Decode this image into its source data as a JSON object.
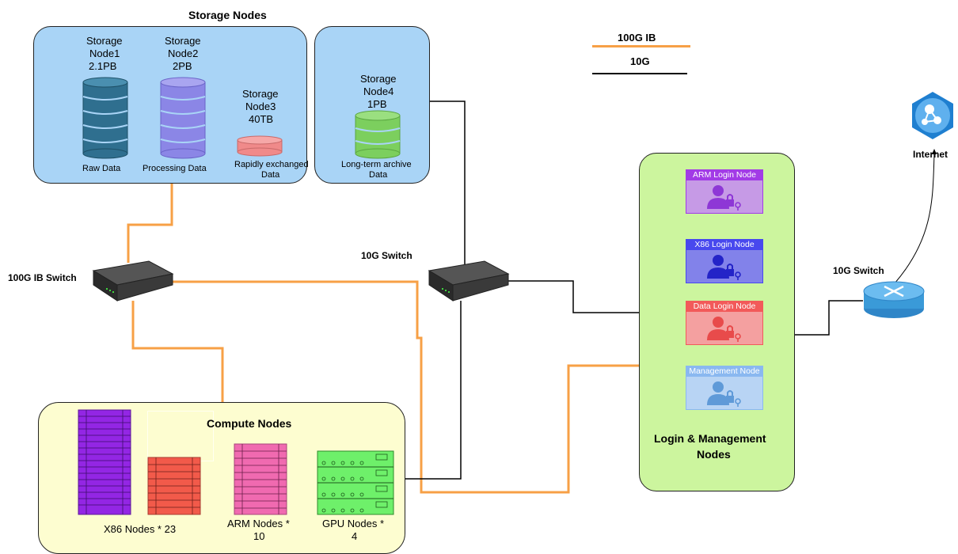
{
  "storage_group": {
    "title": "Storage Nodes",
    "nodes": [
      {
        "name": "Storage",
        "sub": "Node1",
        "capacity": "2.1PB",
        "caption": "Raw Data",
        "color": "#2f6f8f"
      },
      {
        "name": "Storage",
        "sub": "Node2",
        "capacity": "2PB",
        "caption": "Processing Data",
        "color": "#8b86e6"
      },
      {
        "name": "Storage",
        "sub": "Node3",
        "capacity": "40TB",
        "caption_lines": [
          "Rapidly exchanged",
          "Data"
        ],
        "color": "#f08a8a"
      }
    ]
  },
  "archive_group": {
    "name": "Storage",
    "sub": "Node4",
    "capacity": "1PB",
    "caption_lines": [
      "Long-term archive",
      "Data"
    ],
    "color": "#7ccf5e"
  },
  "legend": {
    "items": [
      {
        "label": "100G IB",
        "color": "#f7a046"
      },
      {
        "label": "10G",
        "color": "#000000"
      }
    ]
  },
  "switches": {
    "ib_switch_label": "100G IB Switch",
    "ten_g_switch_label": "10G Switch",
    "router_label": "10G Switch"
  },
  "internet": {
    "label": "Internet"
  },
  "compute_group": {
    "title": "Compute Nodes",
    "x86_label": "X86 Nodes * 23",
    "arm_label_lines": [
      "ARM Nodes *",
      "10"
    ],
    "gpu_label_lines": [
      "GPU Nodes *",
      "4"
    ]
  },
  "login_group": {
    "title_lines": [
      "Login & Management",
      "Nodes"
    ],
    "cards": [
      {
        "label": "ARM Login Node",
        "header_color": "#a23be6",
        "body_color": "#c69ae6",
        "icon_color": "#8e37d6"
      },
      {
        "label": "X86 Login Node",
        "header_color": "#4848ee",
        "body_color": "#8282ea",
        "icon_color": "#3030d8"
      },
      {
        "label": "Data Login Node",
        "header_color": "#f25a5a",
        "body_color": "#f4a0a0",
        "icon_color": "#e84b4b"
      },
      {
        "label": "Management Node",
        "header_color": "#8ab8f0",
        "body_color": "#b8d4f4",
        "icon_color": "#5f9ad8"
      }
    ]
  },
  "colors": {
    "ib_link": "#f7a046",
    "eth_link": "#000000",
    "storage_panel": "#a9d4f6",
    "compute_panel": "#fdfdd0",
    "login_panel": "#ccf59e"
  }
}
